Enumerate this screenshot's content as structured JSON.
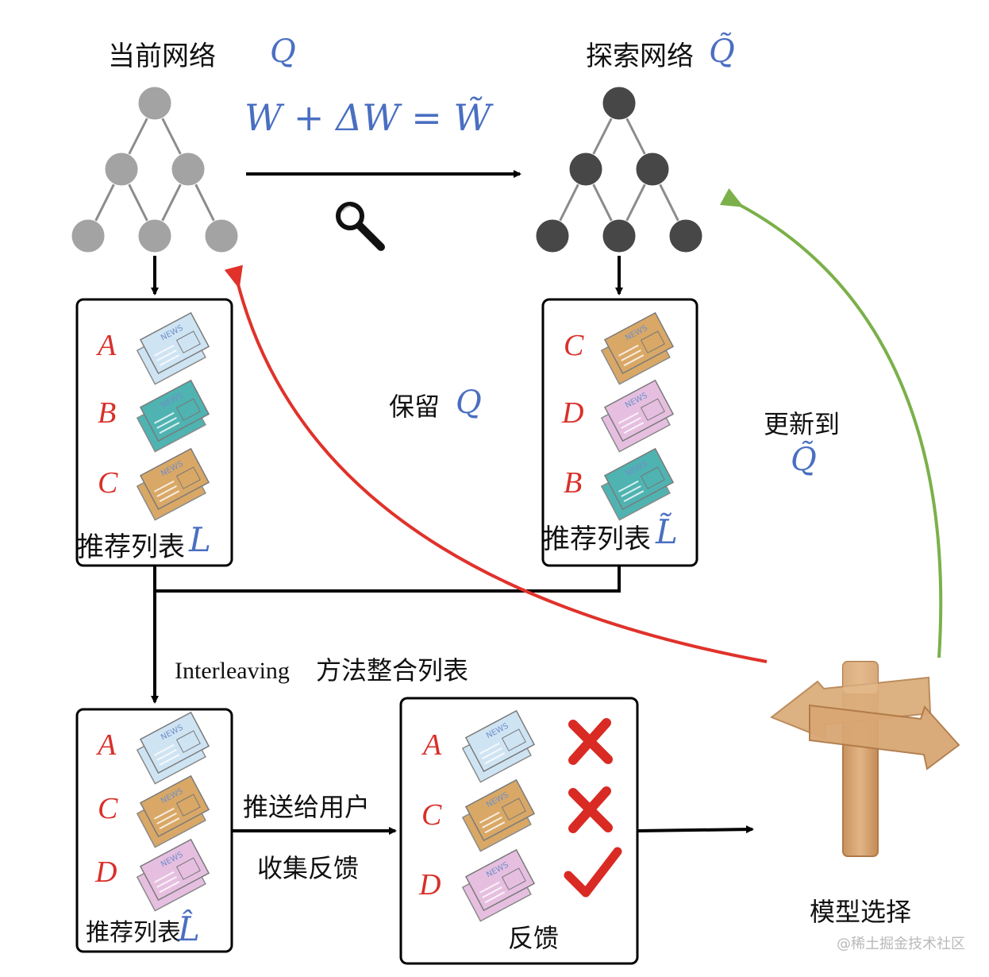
{
  "current_network": {
    "title": "当前网络",
    "symbol": "Q"
  },
  "explore_network": {
    "title": "探索网络",
    "symbol": "Q̃"
  },
  "formula": "W + ΔW = W̃",
  "keep_label": {
    "text": "保留",
    "symbol": "Q"
  },
  "update_label": {
    "text": "更新到",
    "symbol": "Q̃"
  },
  "list_L": {
    "items": [
      "A",
      "B",
      "C"
    ],
    "caption": "推荐列表",
    "symbol": "L"
  },
  "list_L_tilde": {
    "items": [
      "C",
      "D",
      "B"
    ],
    "caption": "推荐列表",
    "symbol": "L̃"
  },
  "interleave_label": {
    "latin": "Interleaving",
    "cjk": "方法整合列表"
  },
  "list_L_hat": {
    "items": [
      "A",
      "C",
      "D"
    ],
    "caption": "推荐列表",
    "symbol": "L̂"
  },
  "push_label": "推送给用户",
  "collect_label": "收集反馈",
  "feedback_box": {
    "items": [
      "A",
      "C",
      "D"
    ],
    "marks": [
      "cross",
      "cross",
      "check"
    ],
    "caption": "反馈"
  },
  "model_select_label": "模型选择",
  "watermark": "@稀土掘金技术社区",
  "news_icon_text": "NEWS",
  "colors": {
    "news_A": "#cfe4f3",
    "news_B": "#4fb3b1",
    "news_C": "#d9a866",
    "news_D": "#e6bfe0",
    "letter": "#d9302a",
    "math": "#4a6fc1",
    "keep_arrow": "#e0322b",
    "update_arrow": "#7bb04a",
    "node_light": "#a3a3a3",
    "node_dark": "#474747"
  }
}
